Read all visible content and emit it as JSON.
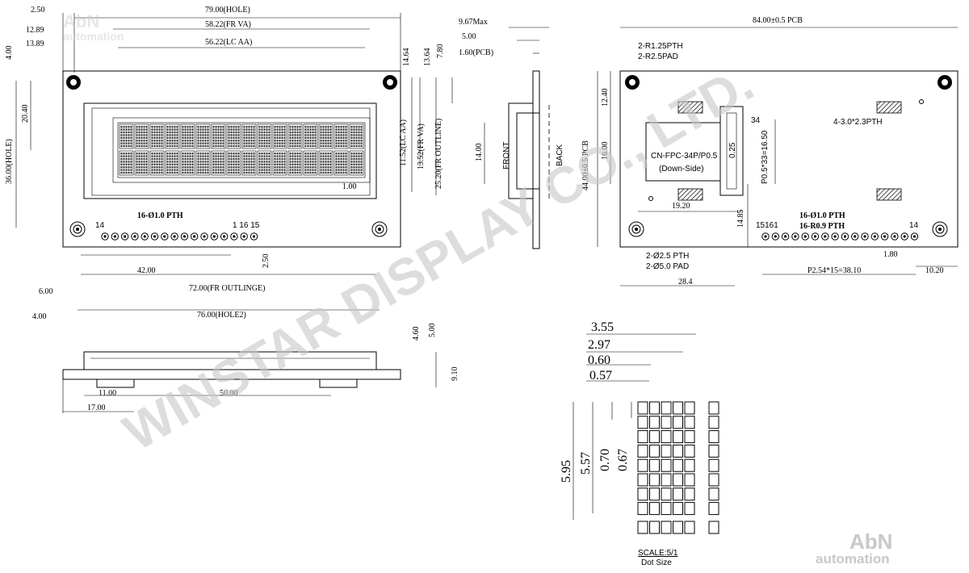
{
  "watermark": "WINSTAR DISPLAY CO., LTD.",
  "brand": {
    "name": "AbN",
    "sub": "automation"
  },
  "front_view": {
    "dims": {
      "d_2_50": "2.50",
      "d_79_hole": "79.00(HOLE)",
      "d_58_22": "58.22(FR VA)",
      "d_56_22": "56.22(LC AA)",
      "d_4_00_left": "4.00",
      "d_12_89": "12.89",
      "d_13_89": "13.89",
      "d_14_64": "14.64",
      "d_13_64": "13.64",
      "d_7_80": "7.80",
      "d_36_hole": "36.00(HOLE)",
      "d_20_40": "20.40",
      "d_11_52": "11.52(LC AA)",
      "d_13_52": "13.52(FR VA)",
      "d_25_20": "25.20(FR OUTLINE)",
      "d_1_00": "1.00",
      "d_42": "42.00",
      "d_2_50_b": "2.50",
      "d_6_00": "6.00",
      "d_72": "72.00(FR OUTLINGE)",
      "d_4_00_b": "4.00",
      "d_76": "76.00(HOLE2)"
    },
    "pins_label": "16-Ø1.0 PTH",
    "pin_14": "14",
    "pin_1_16_15": "1 16 15"
  },
  "side_view": {
    "d_9_67": "9.67Max",
    "d_5_00": "5.00",
    "d_1_60": "1.60(PCB)",
    "d_14_00": "14.00",
    "front": "FRONT",
    "back": "BACK"
  },
  "bottom_view": {
    "d_4_60": "4.60",
    "d_5_00": "5.00",
    "d_9_10": "9.10",
    "d_11_00": "11.00",
    "d_50_00": "50.00",
    "d_17_00": "17.00"
  },
  "back_view": {
    "d_84": "84.00±0.5 PCB",
    "r125": "2-R1.25PTH",
    "r25": "2-R2.5PAD",
    "d_12_40": "12.40",
    "d_16_00": "16.00",
    "d_44": "44.00±0.5 PCB",
    "fpc1": "CN-FPC-34P/P0.5",
    "fpc2": "(Down-Side)",
    "d_0_25": "0.25",
    "pin_34": "34",
    "pitch": "P0.5*33=16.50",
    "pth43": "4-3.0*2.3PTH",
    "d_19_20": "19.20",
    "d_14_85": "14.85",
    "pins_a": "16-Ø1.0 PTH",
    "pins_b": "16-R0.9 PTH",
    "pin_left": "15161",
    "pin_right": "14",
    "hole1": "2-Ø2.5 PTH",
    "hole2": "2-Ø5.0 PAD",
    "d_1_80": "1.80",
    "d_28_4": "28.4",
    "d_pitch": "P2.54*15=38.10",
    "d_10_20": "10.20"
  },
  "dot_size": {
    "d_3_55": "3.55",
    "d_2_97": "2.97",
    "d_0_60": "0.60",
    "d_0_57": "0.57",
    "d_5_95": "5.95",
    "d_5_57": "5.57",
    "d_0_70": "0.70",
    "d_0_67": "0.67",
    "scale": "SCALE:5/1",
    "title": "Dot Size"
  }
}
